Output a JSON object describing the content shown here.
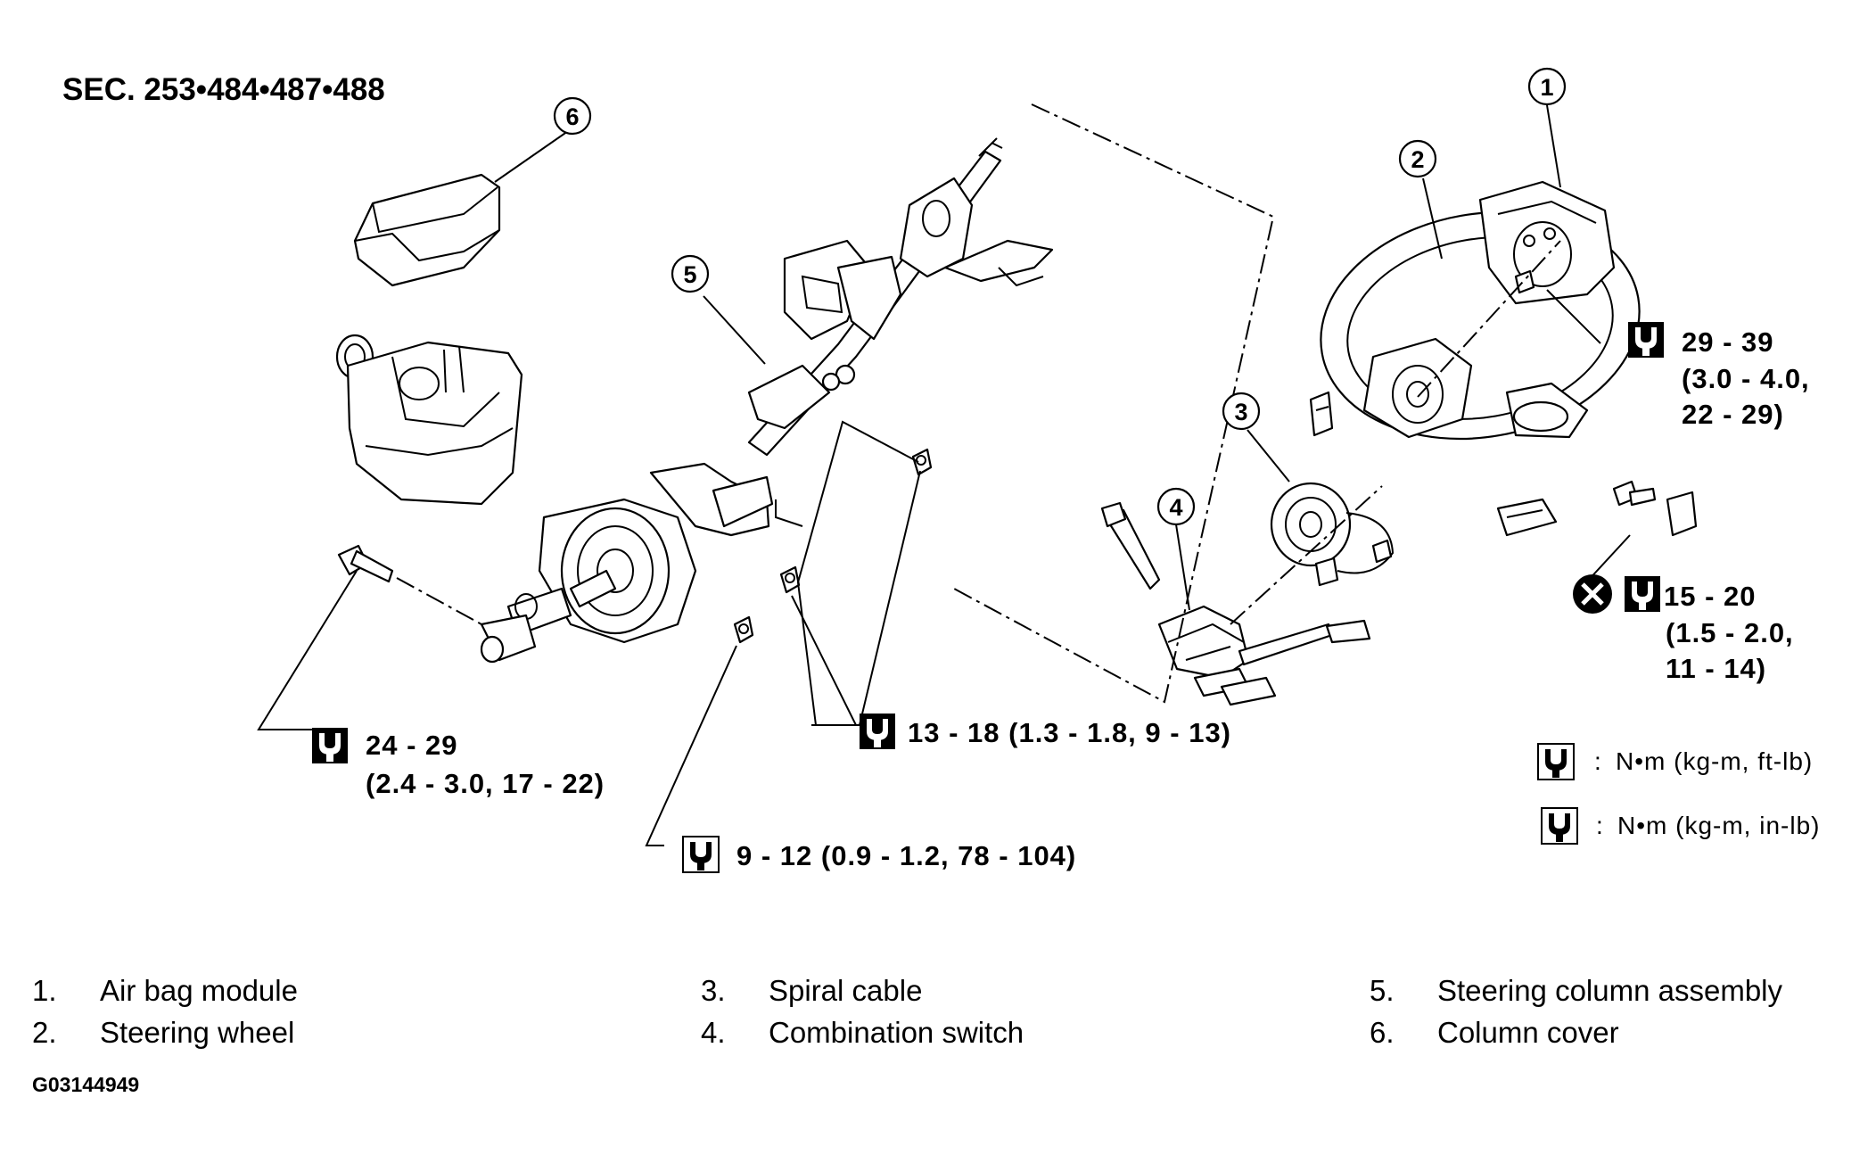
{
  "section_title": "SEC. 253•484•487•488",
  "callouts": [
    "1",
    "2",
    "3",
    "4",
    "5",
    "6"
  ],
  "torque_specs": {
    "airbag_bolt": {
      "line1": "29 - 39",
      "line2": "(3.0 - 4.0,",
      "line3": "22 - 29)"
    },
    "wheel_nut": {
      "line1": "15 - 20",
      "line2": "(1.5 - 2.0,",
      "line3": "11 - 14)"
    },
    "column_mount": "13 - 18 (1.3 - 1.8, 9 - 13)",
    "joint_bolt": {
      "line1": "24 - 29",
      "line2": "(2.4 - 3.0, 17 - 22)"
    },
    "lower_nut": "9 - 12 (0.9 - 1.2, 78 - 104)"
  },
  "unit_legend": [
    {
      "icon": "torque-ft-lb-icon",
      "colon": ":",
      "text": "N•m (kg-m, ft-lb)"
    },
    {
      "icon": "torque-in-lb-icon",
      "colon": ":",
      "text": "N•m (kg-m, in-lb)"
    }
  ],
  "parts_legend": [
    {
      "num": "1.",
      "name": "Air bag module"
    },
    {
      "num": "2.",
      "name": "Steering wheel"
    },
    {
      "num": "3.",
      "name": "Spiral cable"
    },
    {
      "num": "4.",
      "name": "Combination switch"
    },
    {
      "num": "5.",
      "name": "Steering column assembly"
    },
    {
      "num": "6.",
      "name": "Column cover"
    }
  ],
  "figure_id": "G03144949"
}
